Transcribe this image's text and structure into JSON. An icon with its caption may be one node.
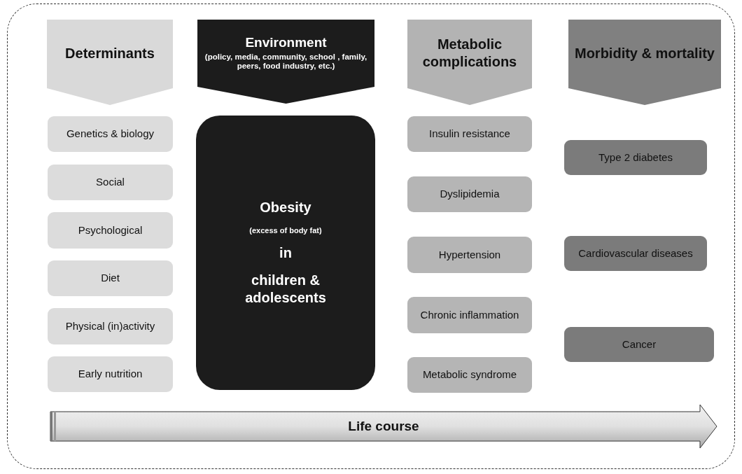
{
  "diagram": {
    "nodes": [
      {
        "text": [
          "Determinants"
        ]
      },
      {
        "text": [
          "Environment",
          "(policy, media, community, school , family, peers, food industry, etc.)"
        ]
      },
      {
        "text": [
          "Metabolic complications"
        ]
      },
      {
        "text": [
          "Morbidity & mortality"
        ]
      },
      {
        "text": [
          "Genetics & biology"
        ]
      },
      {
        "text": [
          "Social"
        ]
      },
      {
        "text": [
          "Psychological"
        ]
      },
      {
        "text": [
          "Diet"
        ]
      },
      {
        "text": [
          "Physical (in)activity"
        ]
      },
      {
        "text": [
          "Early nutrition"
        ]
      },
      {
        "text": [
          "Obesity",
          "(excess of body fat)",
          "in",
          "children & adolescents"
        ]
      },
      {
        "text": [
          "Insulin resistance"
        ]
      },
      {
        "text": [
          "Dyslipidemia"
        ]
      },
      {
        "text": [
          "Hypertension"
        ]
      },
      {
        "text": [
          "Chronic inflammation"
        ]
      },
      {
        "text": [
          "Metabolic syndrome"
        ]
      },
      {
        "text": [
          "Type 2 diabetes"
        ]
      },
      {
        "text": [
          "Cardiovascular diseases"
        ]
      },
      {
        "text": [
          "Cancer"
        ]
      },
      {
        "text": [
          "Life course"
        ]
      }
    ]
  }
}
